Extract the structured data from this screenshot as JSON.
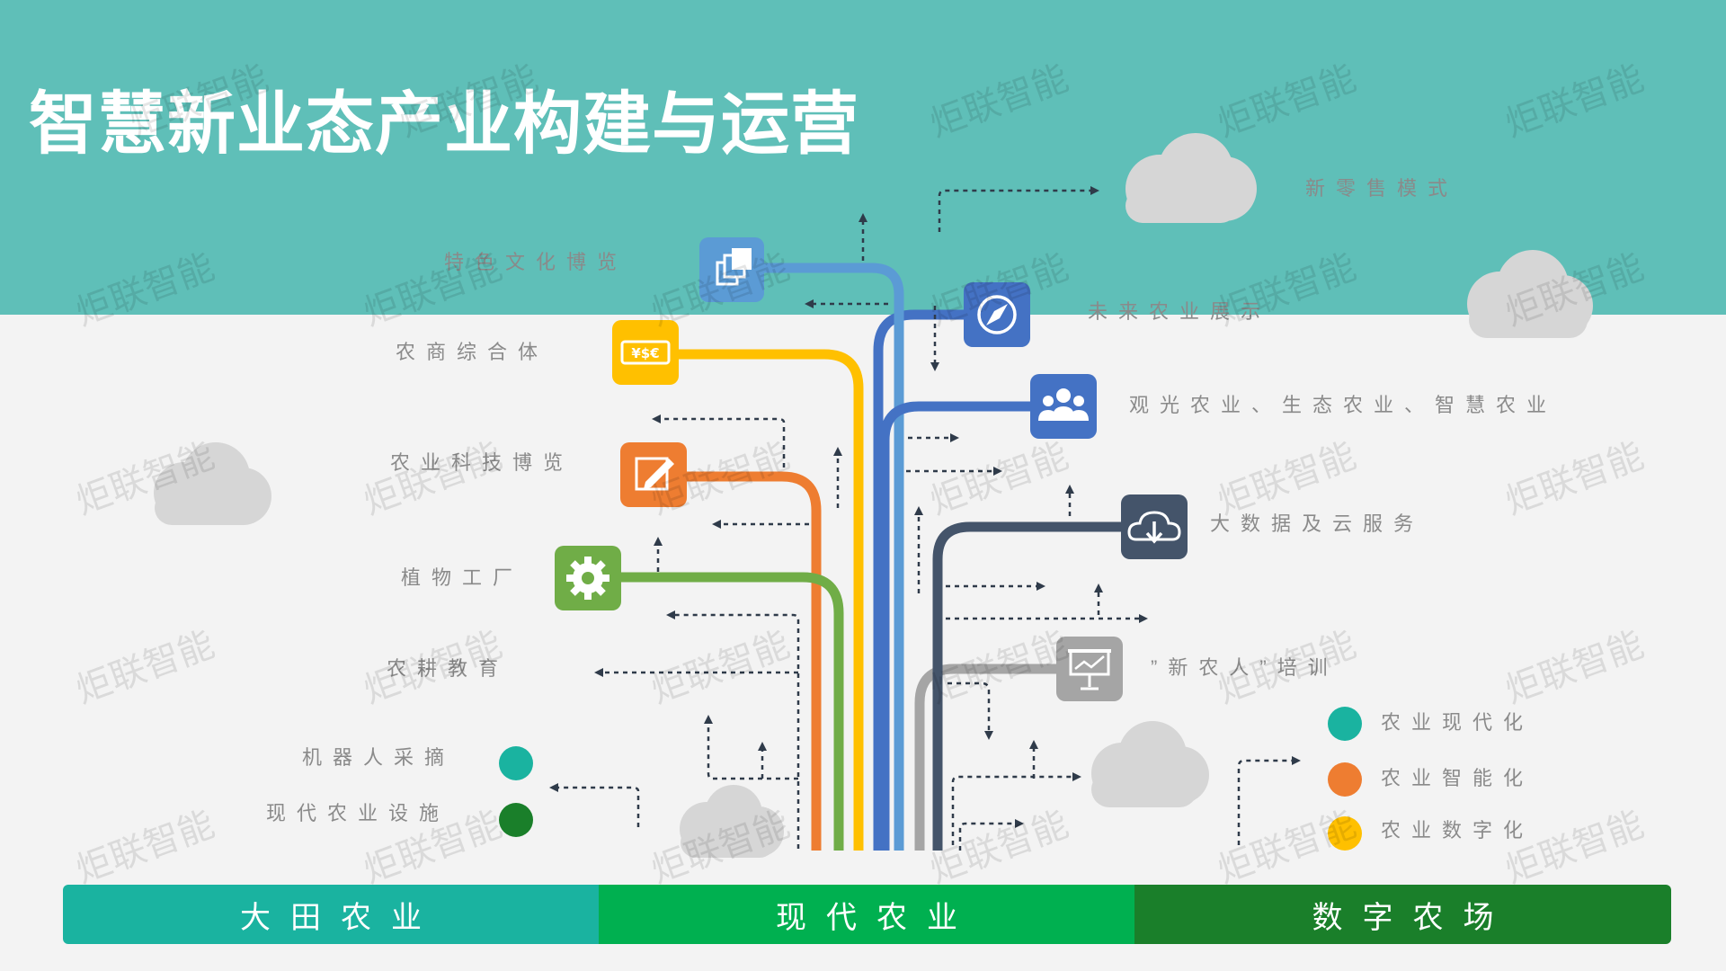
{
  "title": "智慧新业态产业构建与运营",
  "labels": {
    "xin_lingshou": "新零售模式",
    "tese_wenhua": "特色文化博览",
    "weilai_nongye": "未来农业展示",
    "nongshang": "农商综合体",
    "guanguang": "观光农业、生态农业、智慧农业",
    "keji_bolan": "农业科技博览",
    "dashuju": "大数据及云服务",
    "zhiwu_gongchang": "植物工厂",
    "nonggeng": "农耕教育",
    "xinnongren": "”新农人”培训",
    "jiqiren": "机器人采摘",
    "sheshi": "现代农业设施"
  },
  "legend": [
    {
      "label": "农业现代化",
      "color": "#1ab3a0"
    },
    {
      "label": "农业智能化",
      "color": "#ee7d31"
    },
    {
      "label": "农业数字化",
      "color": "#ffc000"
    }
  ],
  "bottom_bars": [
    "大田农业",
    "现代农业",
    "数字农场"
  ],
  "watermark": "炬联智能",
  "colors": {
    "teal": "#5fbfb8",
    "blue_light": "#5b9bd5",
    "blue": "#4472c4",
    "yellow": "#ffc000",
    "orange": "#ee7d31",
    "green": "#70ad47",
    "navy": "#44546a",
    "gray": "#a5a5a5",
    "dark_green": "#1a7f2a"
  },
  "icons": [
    "copy-icon",
    "money-icon",
    "edit-icon",
    "gear-icon",
    "compass-icon",
    "people-icon",
    "cloud-download-icon",
    "presentation-icon"
  ]
}
